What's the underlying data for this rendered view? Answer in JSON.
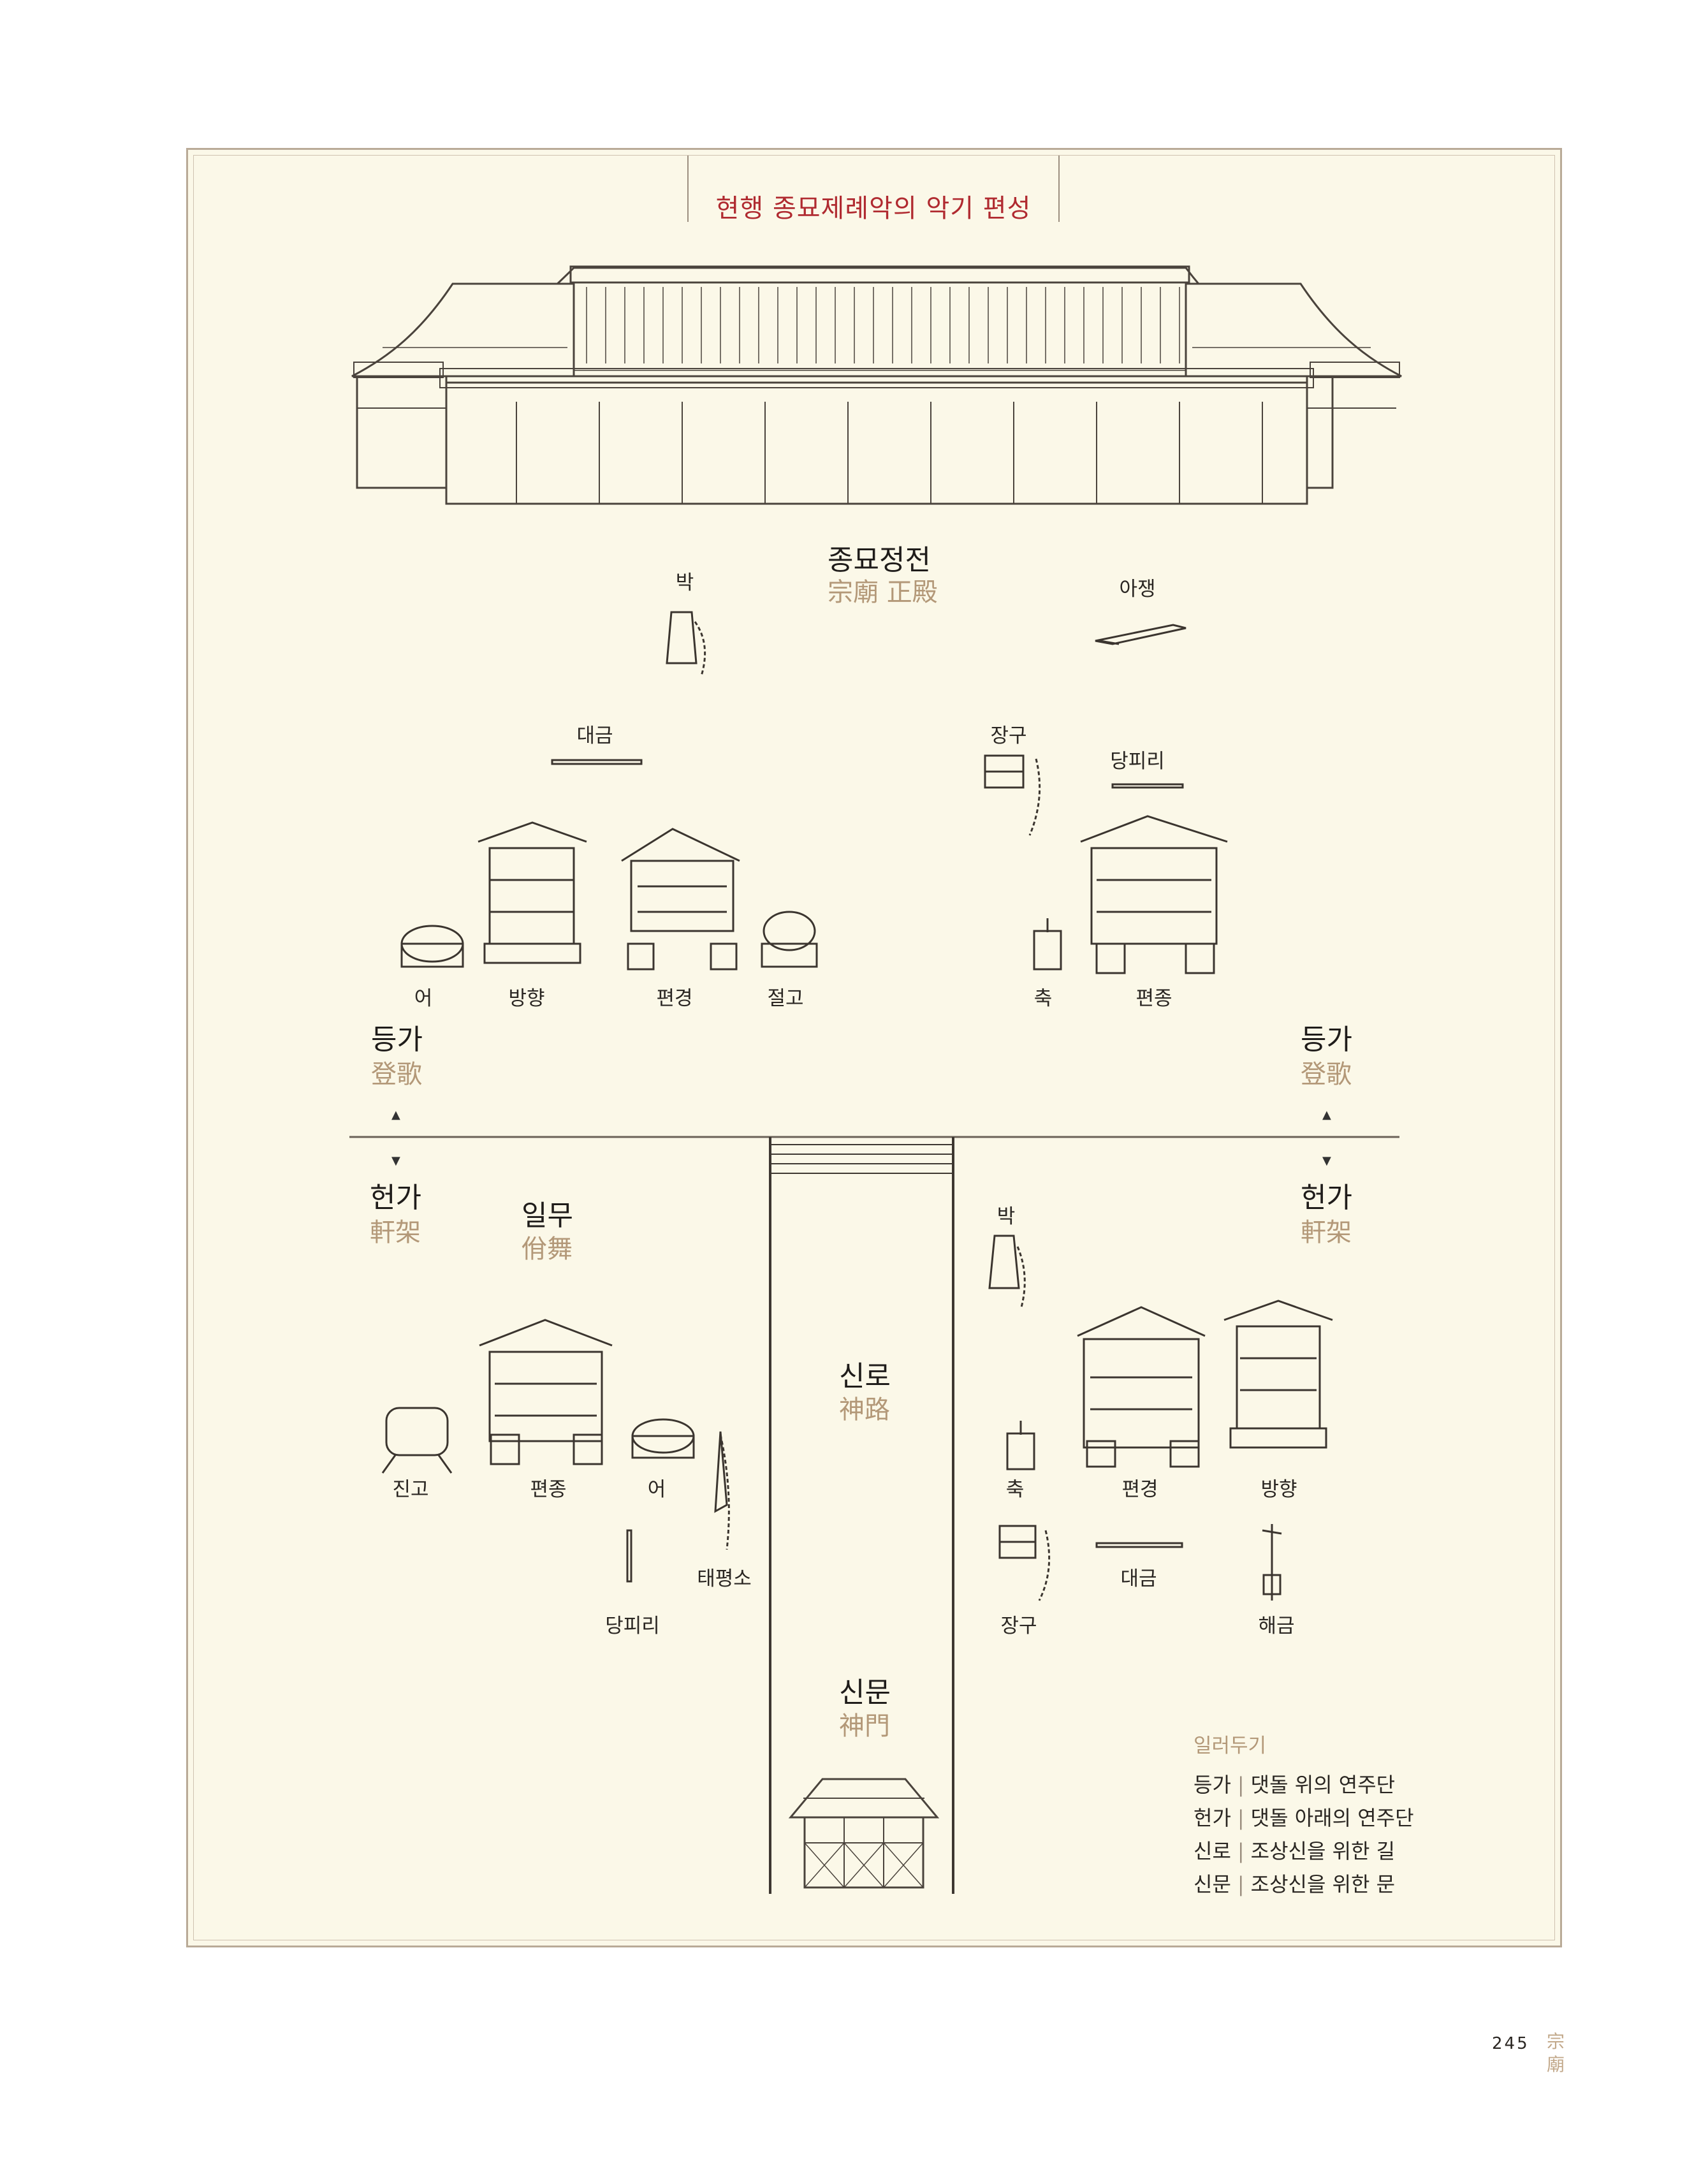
{
  "title": "현행 종묘제례악의 악기 편성",
  "sections": {
    "jeongjeon": {
      "ko": "종묘정전",
      "hanja": "宗廟 正殿"
    },
    "deungga_left": {
      "ko": "등가",
      "hanja": "登歌"
    },
    "deungga_right": {
      "ko": "등가",
      "hanja": "登歌"
    },
    "heonga_left": {
      "ko": "헌가",
      "hanja": "軒架"
    },
    "heonga_right": {
      "ko": "헌가",
      "hanja": "軒架"
    },
    "ilmu": {
      "ko": "일무",
      "hanja": "佾舞"
    },
    "sinro": {
      "ko": "신로",
      "hanja": "神路"
    },
    "sinmun": {
      "ko": "신문",
      "hanja": "神門"
    }
  },
  "instruments": {
    "top_bak": "박",
    "top_ajaeng": "아쟁",
    "top_daegeum": "대금",
    "top_janggu": "장구",
    "top_dangpiri": "당피리",
    "top_eo": "어",
    "top_banghyang": "방향",
    "top_pyeongyeong": "편경",
    "top_jeolgo": "절고",
    "top_chuk": "축",
    "top_pyeonjong": "편종",
    "bl_jingo": "진고",
    "bl_pyeonjong": "편종",
    "bl_eo": "어",
    "bl_taepyeongso": "태평소",
    "bl_dangpiri": "당피리",
    "br_bak": "박",
    "br_chuk": "축",
    "br_pyeongyeong": "편경",
    "br_banghyang": "방향",
    "br_daegeum": "대금",
    "br_janggu": "장구",
    "br_haegeum": "해금"
  },
  "legend": {
    "title": "일러두기",
    "rows": [
      {
        "term": "등가",
        "desc": "댓돌 위의 연주단"
      },
      {
        "term": "헌가",
        "desc": "댓돌 아래의 연주단"
      },
      {
        "term": "신로",
        "desc": "조상신을 위한 길"
      },
      {
        "term": "신문",
        "desc": "조상신을 위한 문"
      }
    ]
  },
  "page": {
    "number": "245",
    "running_head_1": "宗",
    "running_head_2": "廟"
  },
  "colors": {
    "title_red": "#b02a30",
    "hanja_tan": "#b39878",
    "paper": "#fbf8e8",
    "line": "#6b6258"
  }
}
